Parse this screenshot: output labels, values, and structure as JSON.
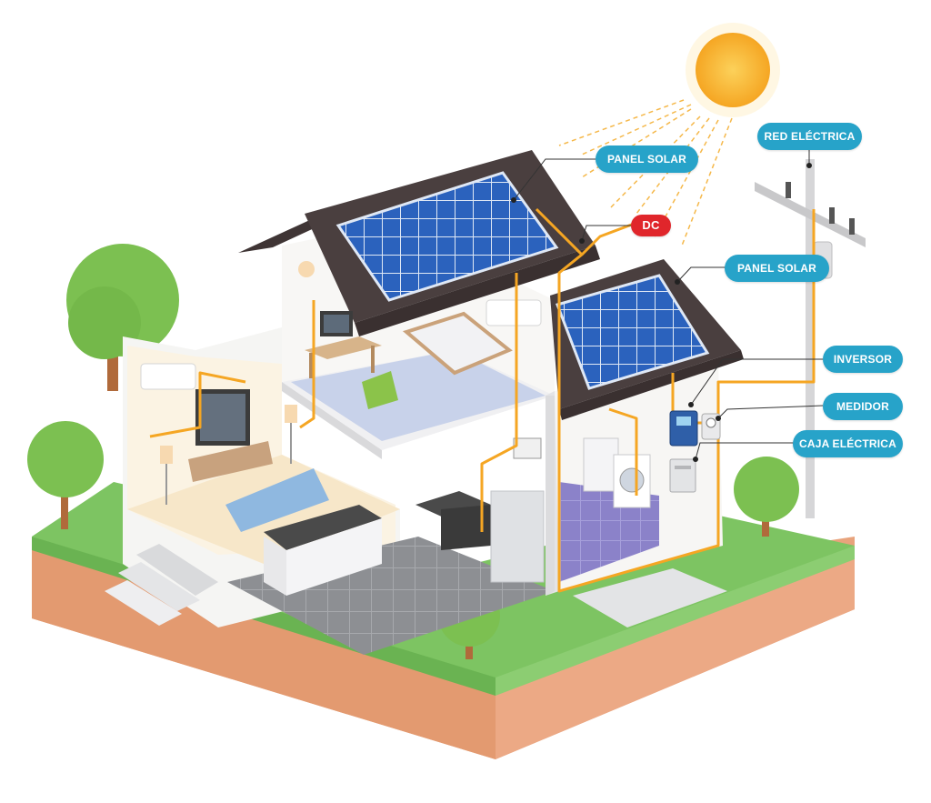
{
  "labels": {
    "panel_solar_top": "PANEL SOLAR",
    "dc": "DC",
    "red_electrica": "RED ELÉCTRICA",
    "panel_solar_right": "PANEL SOLAR",
    "inversor": "INVERSOR",
    "medidor": "MEDIDOR",
    "caja_electrica": "CAJA ELÉCTRICA"
  },
  "colors": {
    "label_bg": "#27a3c9",
    "dc_bg": "#e0262b",
    "wire": "#f5a623",
    "panel": "#2f67c4",
    "roof": "#4a3f3f",
    "grass": "#7dc462",
    "soil": "#e8a37c",
    "sun": "#f9b53a"
  },
  "icons": [
    "sun-icon",
    "solar-panel-icon",
    "utility-pole-icon",
    "inverter-icon",
    "meter-icon",
    "breaker-box-icon",
    "tree-icon"
  ]
}
